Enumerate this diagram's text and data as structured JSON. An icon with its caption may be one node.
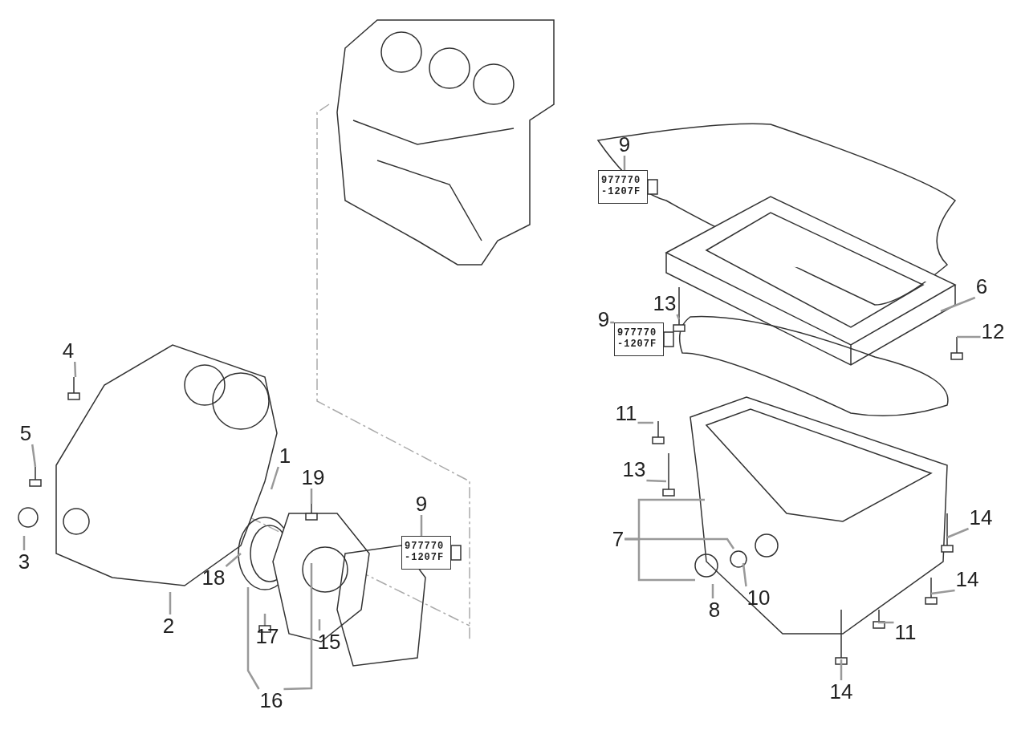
{
  "diagram": {
    "nodes": [
      {
        "text": [
          "9"
        ]
      },
      {
        "text": [
          "13"
        ]
      },
      {
        "text": [
          "6"
        ]
      },
      {
        "text": [
          "9"
        ]
      },
      {
        "text": [
          "12"
        ]
      },
      {
        "text": [
          "4"
        ]
      },
      {
        "text": [
          "11"
        ]
      },
      {
        "text": [
          "5"
        ]
      },
      {
        "text": [
          "1"
        ]
      },
      {
        "text": [
          "13"
        ]
      },
      {
        "text": [
          "19"
        ]
      },
      {
        "text": [
          "9"
        ]
      },
      {
        "text": [
          "14"
        ]
      },
      {
        "text": [
          "7"
        ]
      },
      {
        "text": [
          "3"
        ]
      },
      {
        "text": [
          "18"
        ]
      },
      {
        "text": [
          "14"
        ]
      },
      {
        "text": [
          "10"
        ]
      },
      {
        "text": [
          "8"
        ]
      },
      {
        "text": [
          "2"
        ]
      },
      {
        "text": [
          "11"
        ]
      },
      {
        "text": [
          "17"
        ]
      },
      {
        "text": [
          "15"
        ]
      },
      {
        "text": [
          "14"
        ]
      },
      {
        "text": [
          "16"
        ]
      },
      {
        "text": [
          "977770 -1207F"
        ]
      },
      {
        "text": [
          "977770 -1207F"
        ]
      },
      {
        "text": [
          "977770 -1207F"
        ]
      }
    ],
    "edges": [
      {
        "from": 0,
        "to": 25,
        "arrow": "none"
      },
      {
        "from": 1,
        "to": null,
        "arrow": "none"
      },
      {
        "from": 2,
        "to": null,
        "arrow": "none"
      },
      {
        "from": 3,
        "to": 26,
        "arrow": "none"
      },
      {
        "from": 4,
        "to": null,
        "arrow": "none"
      },
      {
        "from": 5,
        "to": null,
        "arrow": "none"
      },
      {
        "from": 6,
        "to": null,
        "arrow": "none"
      },
      {
        "from": 7,
        "to": null,
        "arrow": "none"
      },
      {
        "from": 8,
        "to": null,
        "arrow": "none"
      },
      {
        "from": 9,
        "to": null,
        "arrow": "none"
      },
      {
        "from": 10,
        "to": null,
        "arrow": "none"
      },
      {
        "from": 11,
        "to": 27,
        "arrow": "none"
      },
      {
        "from": 12,
        "to": null,
        "arrow": "none"
      },
      {
        "from": 13,
        "to": null,
        "arrow": "none"
      },
      {
        "from": 13,
        "to": null,
        "arrow": "none"
      },
      {
        "from": 13,
        "to": null,
        "arrow": "none"
      },
      {
        "from": 14,
        "to": null,
        "arrow": "none"
      },
      {
        "from": 15,
        "to": null,
        "arrow": "none"
      },
      {
        "from": 16,
        "to": null,
        "arrow": "none"
      },
      {
        "from": 17,
        "to": null,
        "arrow": "none"
      },
      {
        "from": 18,
        "to": null,
        "arrow": "none"
      },
      {
        "from": 19,
        "to": null,
        "arrow": "none"
      },
      {
        "from": 20,
        "to": null,
        "arrow": "none"
      },
      {
        "from": 21,
        "to": null,
        "arrow": "none"
      },
      {
        "from": 22,
        "to": null,
        "arrow": "none"
      },
      {
        "from": 23,
        "to": null,
        "arrow": "none"
      },
      {
        "from": 24,
        "to": null,
        "arrow": "none"
      },
      {
        "from": 24,
        "to": null,
        "arrow": "none"
      }
    ]
  }
}
